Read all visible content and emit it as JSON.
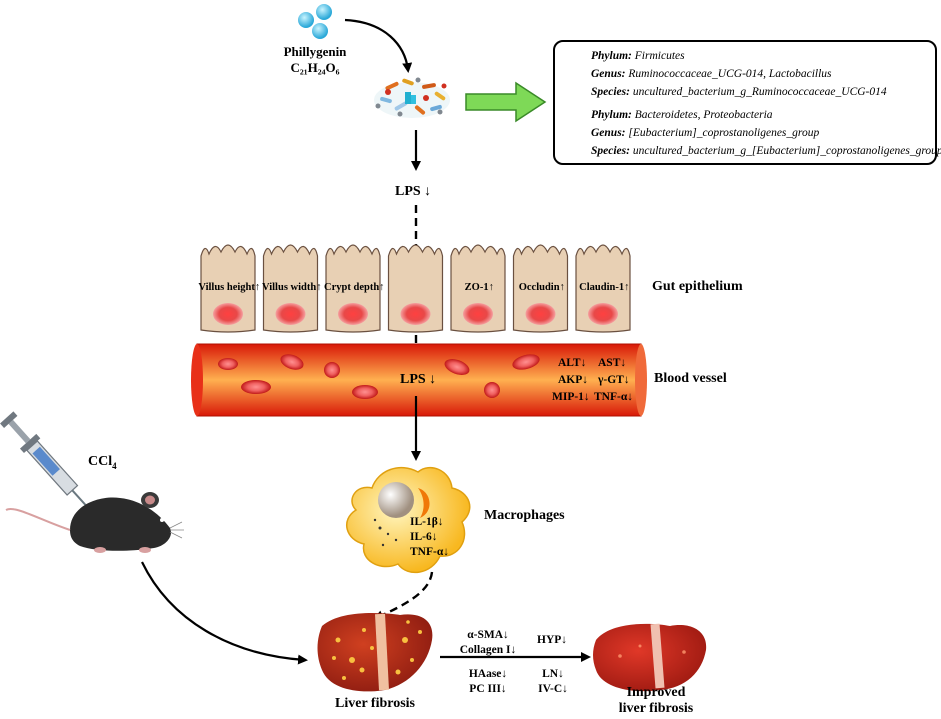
{
  "compound": {
    "name": "Phillygenin",
    "formula": "C₂₁H₂₄O₆"
  },
  "lps_top": "LPS ↓",
  "lps_blood": "LPS ↓",
  "bacteria_box": {
    "up": [
      {
        "rank": "Phylum:",
        "taxa": "Firmicutes"
      },
      {
        "rank": "Genus:",
        "taxa": "Ruminococcaceae_UCG-014, Lactobacillus"
      },
      {
        "rank": "Species:",
        "taxa": "uncultured_bacterium_g_Ruminococcaceae_UCG-014"
      }
    ],
    "down": [
      {
        "rank": "Phylum:",
        "taxa": "Bacteroidetes, Proteobacteria"
      },
      {
        "rank": "Genus:",
        "taxa": "[Eubacterium]_coprostanoligenes_group"
      },
      {
        "rank": "Species:",
        "taxa": "uncultured_bacterium_g_[Eubacterium]_coprostanoligenes_group"
      }
    ]
  },
  "gut_cells": [
    "Villus height↑",
    "Villus width↑",
    "Crypt depth↑",
    "",
    "ZO-1↑",
    "Occludin↑",
    "Claudin-1↑"
  ],
  "gut_label": "Gut epithelium",
  "blood_label": "Blood vessel",
  "blood_markers": [
    "ALT↓",
    "AST↓",
    "AKP↓",
    "γ-GT↓",
    "MIP-1↓",
    "TNF-α↓"
  ],
  "ccl4": {
    "main": "CCl",
    "sub": "4"
  },
  "macrophage_label": "Macrophages",
  "macrophage_markers": [
    "IL-1β↓",
    "IL-6↓",
    "TNF-α↓"
  ],
  "liver_label": "Liver fibrosis",
  "improved_label": [
    "Improved",
    "liver fibrosis"
  ],
  "fibrosis_markers": {
    "left_top": [
      "α-SMA↓",
      "Collagen I↓"
    ],
    "right_top": "HYP↓",
    "left_bottom": [
      "HAase↓",
      "PC III↓"
    ],
    "right_bottom": [
      "LN↓",
      "IV-C↓"
    ]
  },
  "colors": {
    "cell_fill": "#e8d0b4",
    "nucleus": "#e03030",
    "vessel": "#e02010",
    "vessel_light": "#ffb060",
    "green_arrow": "#7ed957",
    "macrophage": "#fcc92e",
    "liver": "#b8281a"
  }
}
